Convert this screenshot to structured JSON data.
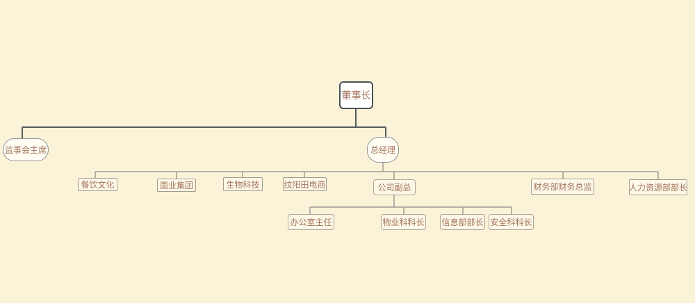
{
  "page": {
    "background_color": "#faf3d8"
  },
  "chart": {
    "type": "org-chart",
    "colors": {
      "connector_dark": "#565a5d",
      "connector_light": "#9b9c94",
      "root_border": "#4d5256",
      "pill_border": "#8f9192",
      "box_border": "#a39c8d",
      "text": "#a4745c",
      "node_fill": "#ffffff"
    },
    "nodes": [
      {
        "id": "chairman",
        "label": "董事长",
        "level": 1,
        "shape": "rounded-rect",
        "parent": null
      },
      {
        "id": "supervisory-chair",
        "label": "监事会主席",
        "level": 2,
        "shape": "pill",
        "parent": "chairman"
      },
      {
        "id": "general-manager",
        "label": "总经理",
        "level": 2,
        "shape": "pill",
        "parent": "chairman"
      },
      {
        "id": "catering-culture",
        "label": "餐饮文化",
        "level": 3,
        "shape": "rect",
        "parent": "general-manager"
      },
      {
        "id": "flour-group",
        "label": "面业集团",
        "level": 3,
        "shape": "rect",
        "parent": "general-manager"
      },
      {
        "id": "biotech",
        "label": "生物科技",
        "level": 3,
        "shape": "rect",
        "parent": "general-manager"
      },
      {
        "id": "wenyangtian-ecommerce",
        "label": "纹阳田电商",
        "level": 3,
        "shape": "rect",
        "parent": "general-manager"
      },
      {
        "id": "company-vp",
        "label": "公司副总",
        "level": 3,
        "shape": "rounded-rect",
        "parent": "general-manager"
      },
      {
        "id": "finance-director",
        "label": "财务部财务总监",
        "level": 3,
        "shape": "rect",
        "parent": "general-manager"
      },
      {
        "id": "hr-department-head",
        "label": "人力资源部部长",
        "level": 3,
        "shape": "rect",
        "parent": "general-manager"
      },
      {
        "id": "office-director",
        "label": "办公室主任",
        "level": 4,
        "shape": "rounded-rect",
        "parent": "company-vp"
      },
      {
        "id": "property-section-chief",
        "label": "物业科科长",
        "level": 4,
        "shape": "rounded-rect",
        "parent": "company-vp"
      },
      {
        "id": "info-department-head",
        "label": "信息部部长",
        "level": 4,
        "shape": "rounded-rect",
        "parent": "company-vp"
      },
      {
        "id": "safety-section-chief",
        "label": "安全科科长",
        "level": 4,
        "shape": "rounded-rect",
        "parent": "company-vp"
      }
    ],
    "edges": [
      {
        "from": "chairman",
        "to": "supervisory-chair"
      },
      {
        "from": "chairman",
        "to": "general-manager"
      },
      {
        "from": "general-manager",
        "to": "catering-culture"
      },
      {
        "from": "general-manager",
        "to": "flour-group"
      },
      {
        "from": "general-manager",
        "to": "biotech"
      },
      {
        "from": "general-manager",
        "to": "wenyangtian-ecommerce"
      },
      {
        "from": "general-manager",
        "to": "company-vp"
      },
      {
        "from": "general-manager",
        "to": "finance-director"
      },
      {
        "from": "general-manager",
        "to": "hr-department-head"
      },
      {
        "from": "company-vp",
        "to": "office-director"
      },
      {
        "from": "company-vp",
        "to": "property-section-chief"
      },
      {
        "from": "company-vp",
        "to": "info-department-head"
      },
      {
        "from": "company-vp",
        "to": "safety-section-chief"
      }
    ]
  }
}
